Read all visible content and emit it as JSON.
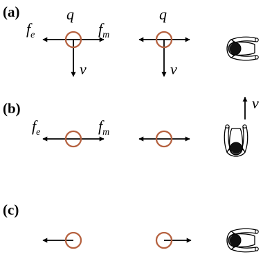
{
  "panels": [
    {
      "label": "(a)",
      "charge_label": "q",
      "electric_force": "f",
      "electric_force_sub": "e",
      "magnetic_force": "f",
      "magnetic_force_sub": "m",
      "velocity_label": "v"
    },
    {
      "label": "(b)",
      "electric_force": "f",
      "electric_force_sub": "e",
      "magnetic_force": "f",
      "magnetic_force_sub": "m",
      "velocity_label": "v"
    },
    {
      "label": "(c)"
    }
  ],
  "colors": {
    "charge_ring": "#b5613f",
    "arrow": "#000000",
    "figure_line": "#000000",
    "figure_fill": "#ffffff"
  },
  "icons": [
    "charge-ring",
    "force-arrow",
    "velocity-arrow",
    "observer-person-icon"
  ]
}
